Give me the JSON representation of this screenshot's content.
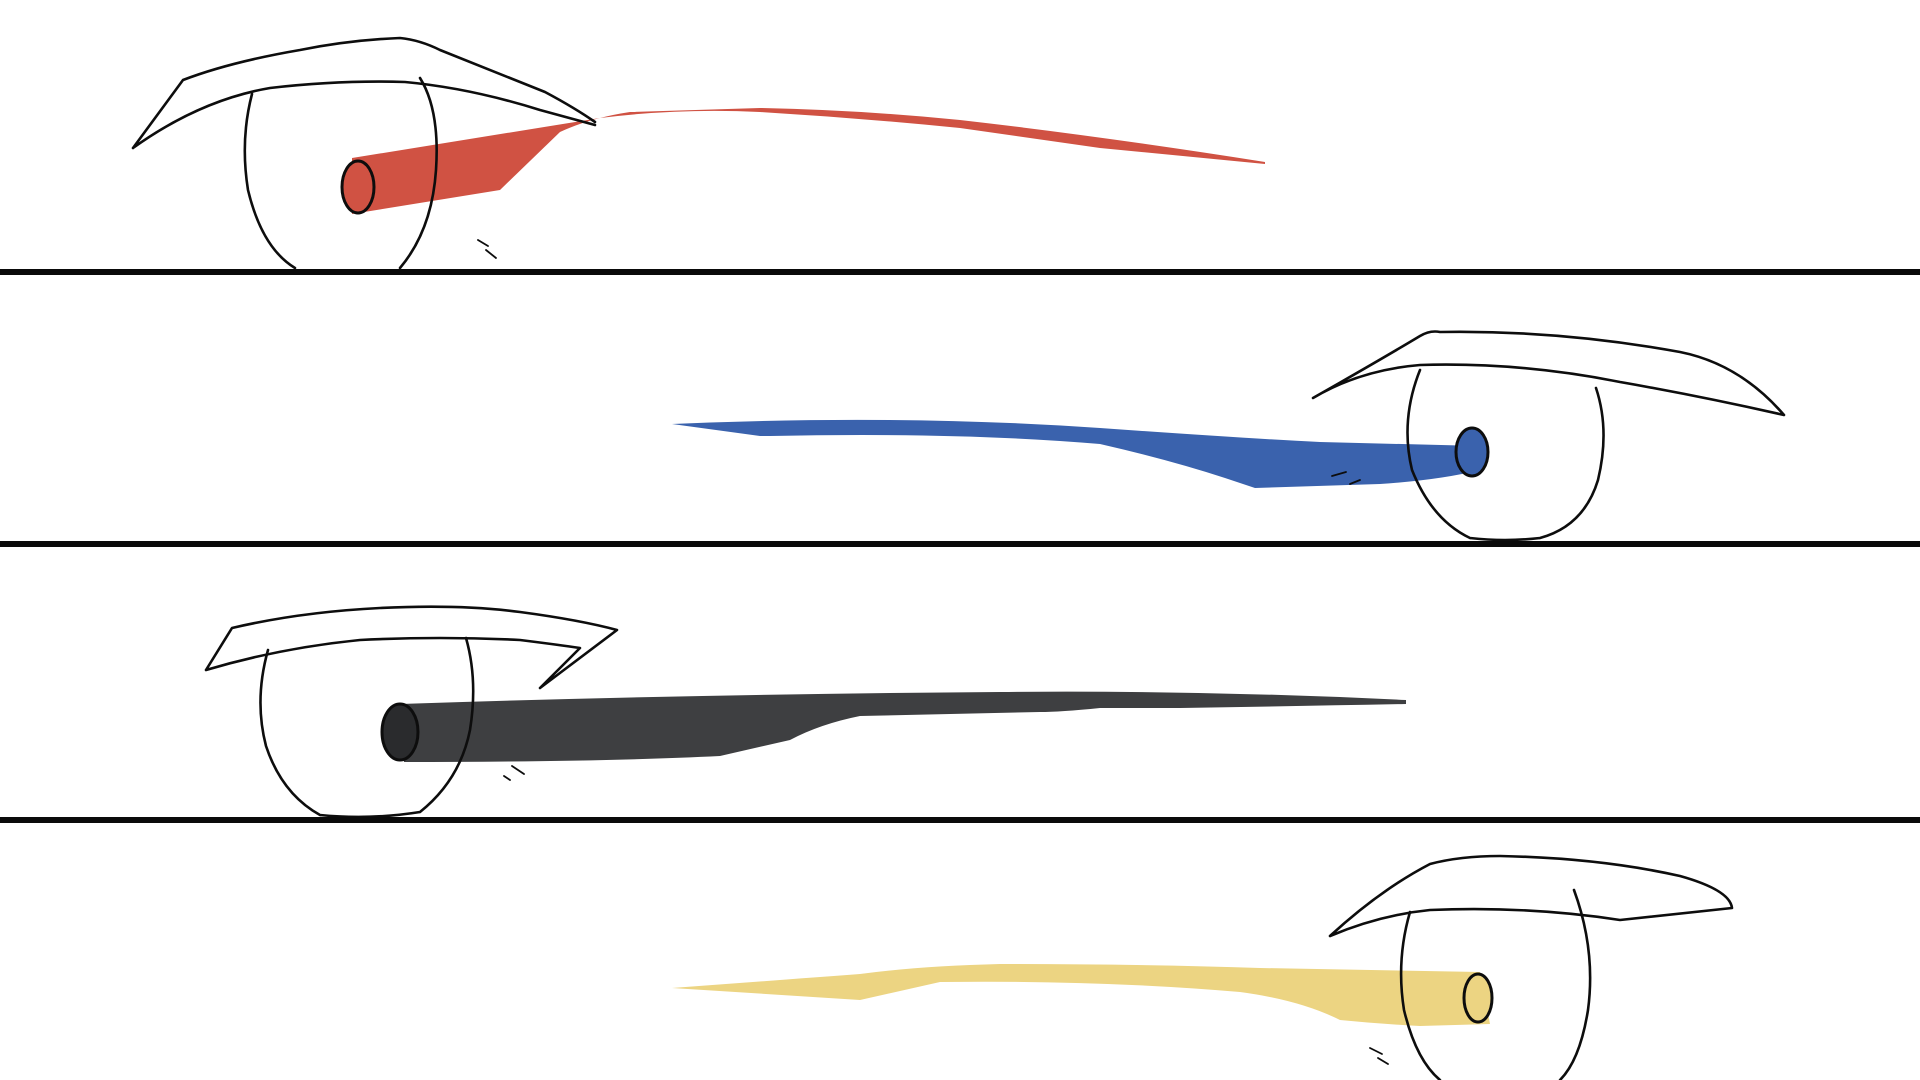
{
  "panels": [
    {
      "id": "panel-1",
      "iris_color": "#d05243",
      "gaze": "left"
    },
    {
      "id": "panel-2",
      "iris_color": "#3a62ad",
      "gaze": "right"
    },
    {
      "id": "panel-3",
      "iris_color": "#3e3f41",
      "gaze": "left"
    },
    {
      "id": "panel-4",
      "iris_color": "#ecd482",
      "gaze": "right"
    }
  ],
  "background_color": "#ffffff",
  "line_color": "#0d0d0d"
}
